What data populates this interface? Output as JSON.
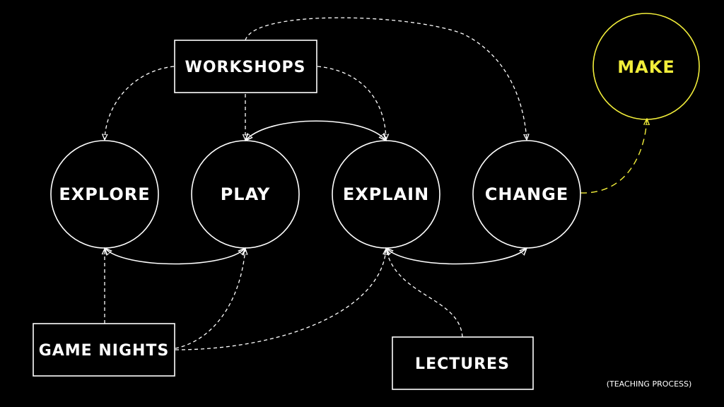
{
  "colors": {
    "background": "#000000",
    "stroke": "#ffffff",
    "highlight": "#f2ee3a"
  },
  "diagram": {
    "nodes": {
      "explore": "EXPLORE",
      "play": "PLAY",
      "explain": "EXPLAIN",
      "change": "CHANGE",
      "make": "MAKE"
    },
    "boxes": {
      "workshops": "WORKSHOPS",
      "game_nights": "GAME NIGHTS",
      "lectures": "LECTURES"
    },
    "caption": "(TEACHING PROCESS)"
  }
}
